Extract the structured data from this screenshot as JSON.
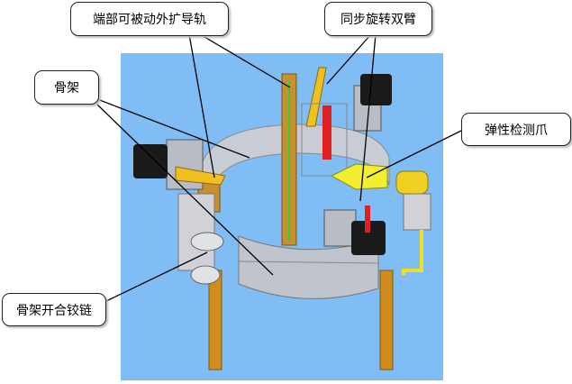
{
  "labels": {
    "guide_rail": "端部可被动外扩导轨",
    "sync_arms": "同步旋转双臂",
    "frame": "骨架",
    "elastic_claw": "弹性检测爪",
    "frame_hinge": "骨架开合铰链"
  },
  "colors": {
    "background": "#80bdf5",
    "frame": "#c8ccd4",
    "rail": "#d08c1c",
    "motor": "#1a1a1a",
    "arm": "#f0c020",
    "spring": "#f2ee30",
    "belt": "#e02020"
  }
}
